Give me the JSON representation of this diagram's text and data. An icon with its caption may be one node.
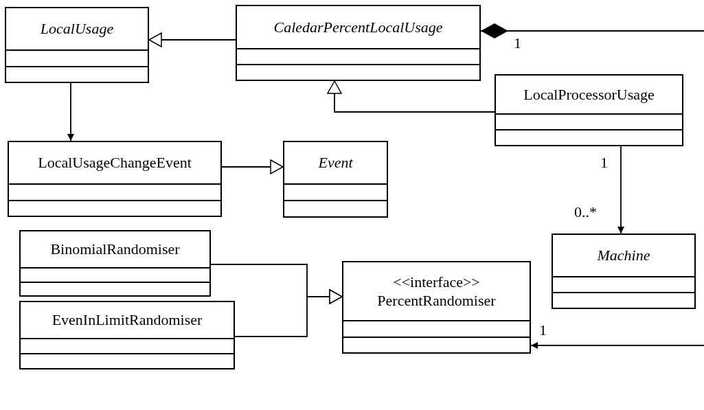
{
  "diagram": {
    "nodes": [
      {
        "text": [
          "LocalUsage"
        ]
      },
      {
        "text": [
          "CaledarPercentLocalUsage"
        ]
      },
      {
        "text": [
          "LocalProcessorUsage"
        ]
      },
      {
        "text": [
          "LocalUsageChangeEvent"
        ]
      },
      {
        "text": [
          "Event"
        ]
      },
      {
        "text": [
          "Machine"
        ]
      },
      {
        "text": [
          "BinomialRandomiser"
        ]
      },
      {
        "text": [
          "<<interface>>",
          "PercentRandomiser"
        ]
      },
      {
        "text": [
          "EvenInLimitRandomiser"
        ]
      }
    ],
    "edges": [
      {
        "from": 1,
        "to": 0,
        "arrow": "to"
      },
      {
        "from": 1,
        "to": null,
        "arrow": "other",
        "label": "1"
      },
      {
        "from": 2,
        "to": 1,
        "arrow": "to"
      },
      {
        "from": 0,
        "to": 3,
        "arrow": "to"
      },
      {
        "from": 3,
        "to": 4,
        "arrow": "to"
      },
      {
        "from": 2,
        "to": 5,
        "arrow": "to",
        "label": "1"
      },
      {
        "from": 6,
        "to": 7,
        "arrow": "to"
      },
      {
        "from": 8,
        "to": 7,
        "arrow": "to"
      },
      {
        "from": null,
        "to": 7,
        "arrow": "to",
        "label": "1"
      }
    ],
    "labels": [
      "0..*"
    ]
  }
}
